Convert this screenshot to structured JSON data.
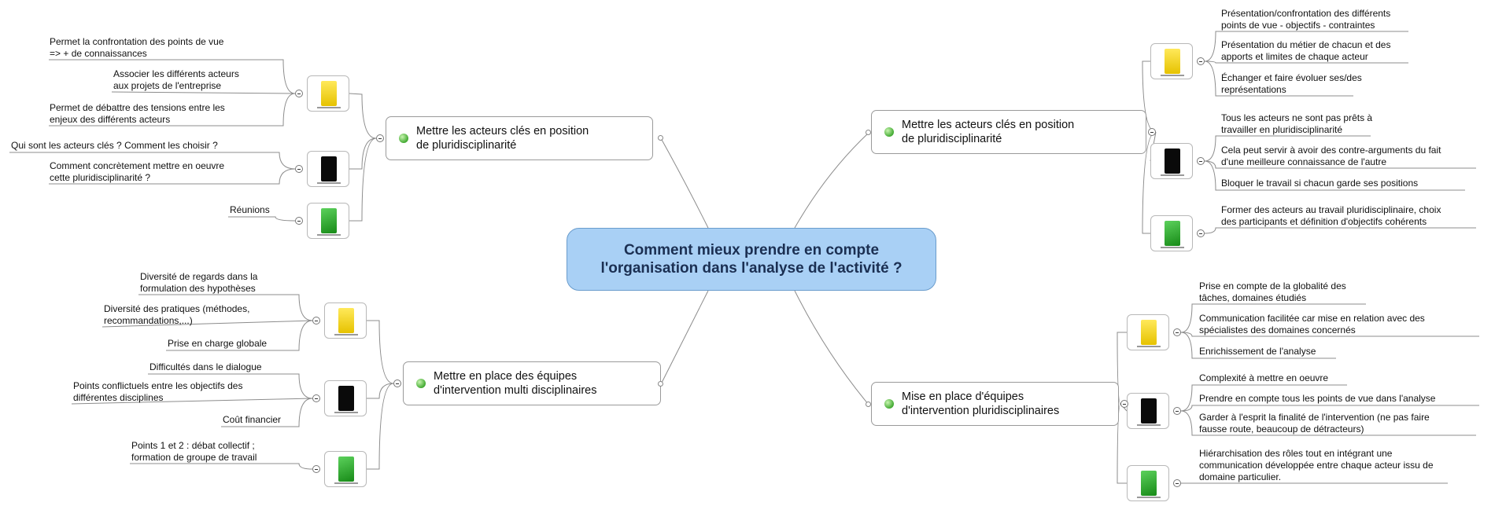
{
  "central_topic": {
    "line1": "Comment mieux prendre en compte",
    "line2": "l'organisation dans l'analyse de l'activité ?"
  },
  "topics": {
    "top_left": {
      "line1": "Mettre les acteurs clés en position",
      "line2": "de pluridisciplinarité",
      "icons": [
        "yellow-hat-icon",
        "black-hat-icon",
        "green-hat-icon"
      ],
      "yellow": [
        [
          "Permet la confrontation des points de vue",
          "=> + de connaissances"
        ],
        [
          "Associer les différents acteurs",
          "aux projets de l'entreprise"
        ],
        [
          "Permet de débattre des tensions entre les",
          "enjeux des différents acteurs"
        ]
      ],
      "black": [
        [
          "Qui sont les acteurs clés ? Comment les choisir ?"
        ],
        [
          "Comment concrètement mettre en oeuvre",
          "cette pluridisciplinarité ?"
        ]
      ],
      "green": [
        [
          "Réunions"
        ]
      ]
    },
    "bottom_left": {
      "line1": "Mettre en place des équipes",
      "line2": "d'intervention multi disciplinaires",
      "yellow": [
        [
          "Diversité de regards dans la",
          "formulation des hypothèses"
        ],
        [
          "Diversité des pratiques (méthodes,",
          "recommandations,...)"
        ],
        [
          "Prise en charge globale"
        ]
      ],
      "black": [
        [
          "Difficultés dans le dialogue"
        ],
        [
          "Points conflictuels entre les objectifs des",
          "différentes disciplines"
        ],
        [
          "Coût financier"
        ]
      ],
      "green": [
        [
          "Points 1 et 2 : débat collectif ;",
          "formation de groupe de travail"
        ]
      ]
    },
    "top_right": {
      "line1": "Mettre les acteurs clés en position",
      "line2": "de pluridisciplinarité",
      "yellow": [
        [
          "Présentation/confrontation des différents",
          "points de vue - objectifs - contraintes"
        ],
        [
          "Présentation du métier de chacun et des",
          "apports et limites de chaque acteur"
        ],
        [
          "Échanger et faire évoluer ses/des",
          "représentations"
        ]
      ],
      "black": [
        [
          "Tous les acteurs ne sont pas prêts à",
          "travailler en pluridisciplinarité"
        ],
        [
          "Cela peut servir à avoir des contre-arguments du fait",
          "d'une meilleure connaissance de l'autre"
        ],
        [
          "Bloquer le travail si chacun garde ses positions"
        ]
      ],
      "green": [
        [
          "Former des acteurs au travail pluridisciplinaire, choix",
          "des participants et définition d'objectifs cohérents"
        ]
      ]
    },
    "bottom_right": {
      "line1": "Mise en place d'équipes",
      "line2": "d'intervention pluridisciplinaires",
      "yellow": [
        [
          "Prise en compte de la globalité des",
          "tâches, domaines étudiés"
        ],
        [
          "Communication facilitée car mise en relation avec des",
          "spécialistes des domaines concernés"
        ],
        [
          "Enrichissement de l'analyse"
        ]
      ],
      "black": [
        [
          "Complexité à mettre en oeuvre"
        ],
        [
          "Prendre en compte tous les points de vue dans l'analyse"
        ],
        [
          "Garder à l'esprit la finalité de l'intervention (ne pas faire",
          "fausse route, beaucoup de détracteurs)"
        ]
      ],
      "green": [
        [
          "Hiérarchisation des rôles tout en intégrant une",
          "communication développée entre chaque acteur issu de",
          "domaine particulier."
        ]
      ]
    }
  },
  "colors": {
    "central_fill": "#a9d0f5",
    "yellow_hat": "#f2d21a",
    "black_hat": "#0a0a0a",
    "green_hat": "#2fae2f",
    "line": "#8c8c8c"
  }
}
